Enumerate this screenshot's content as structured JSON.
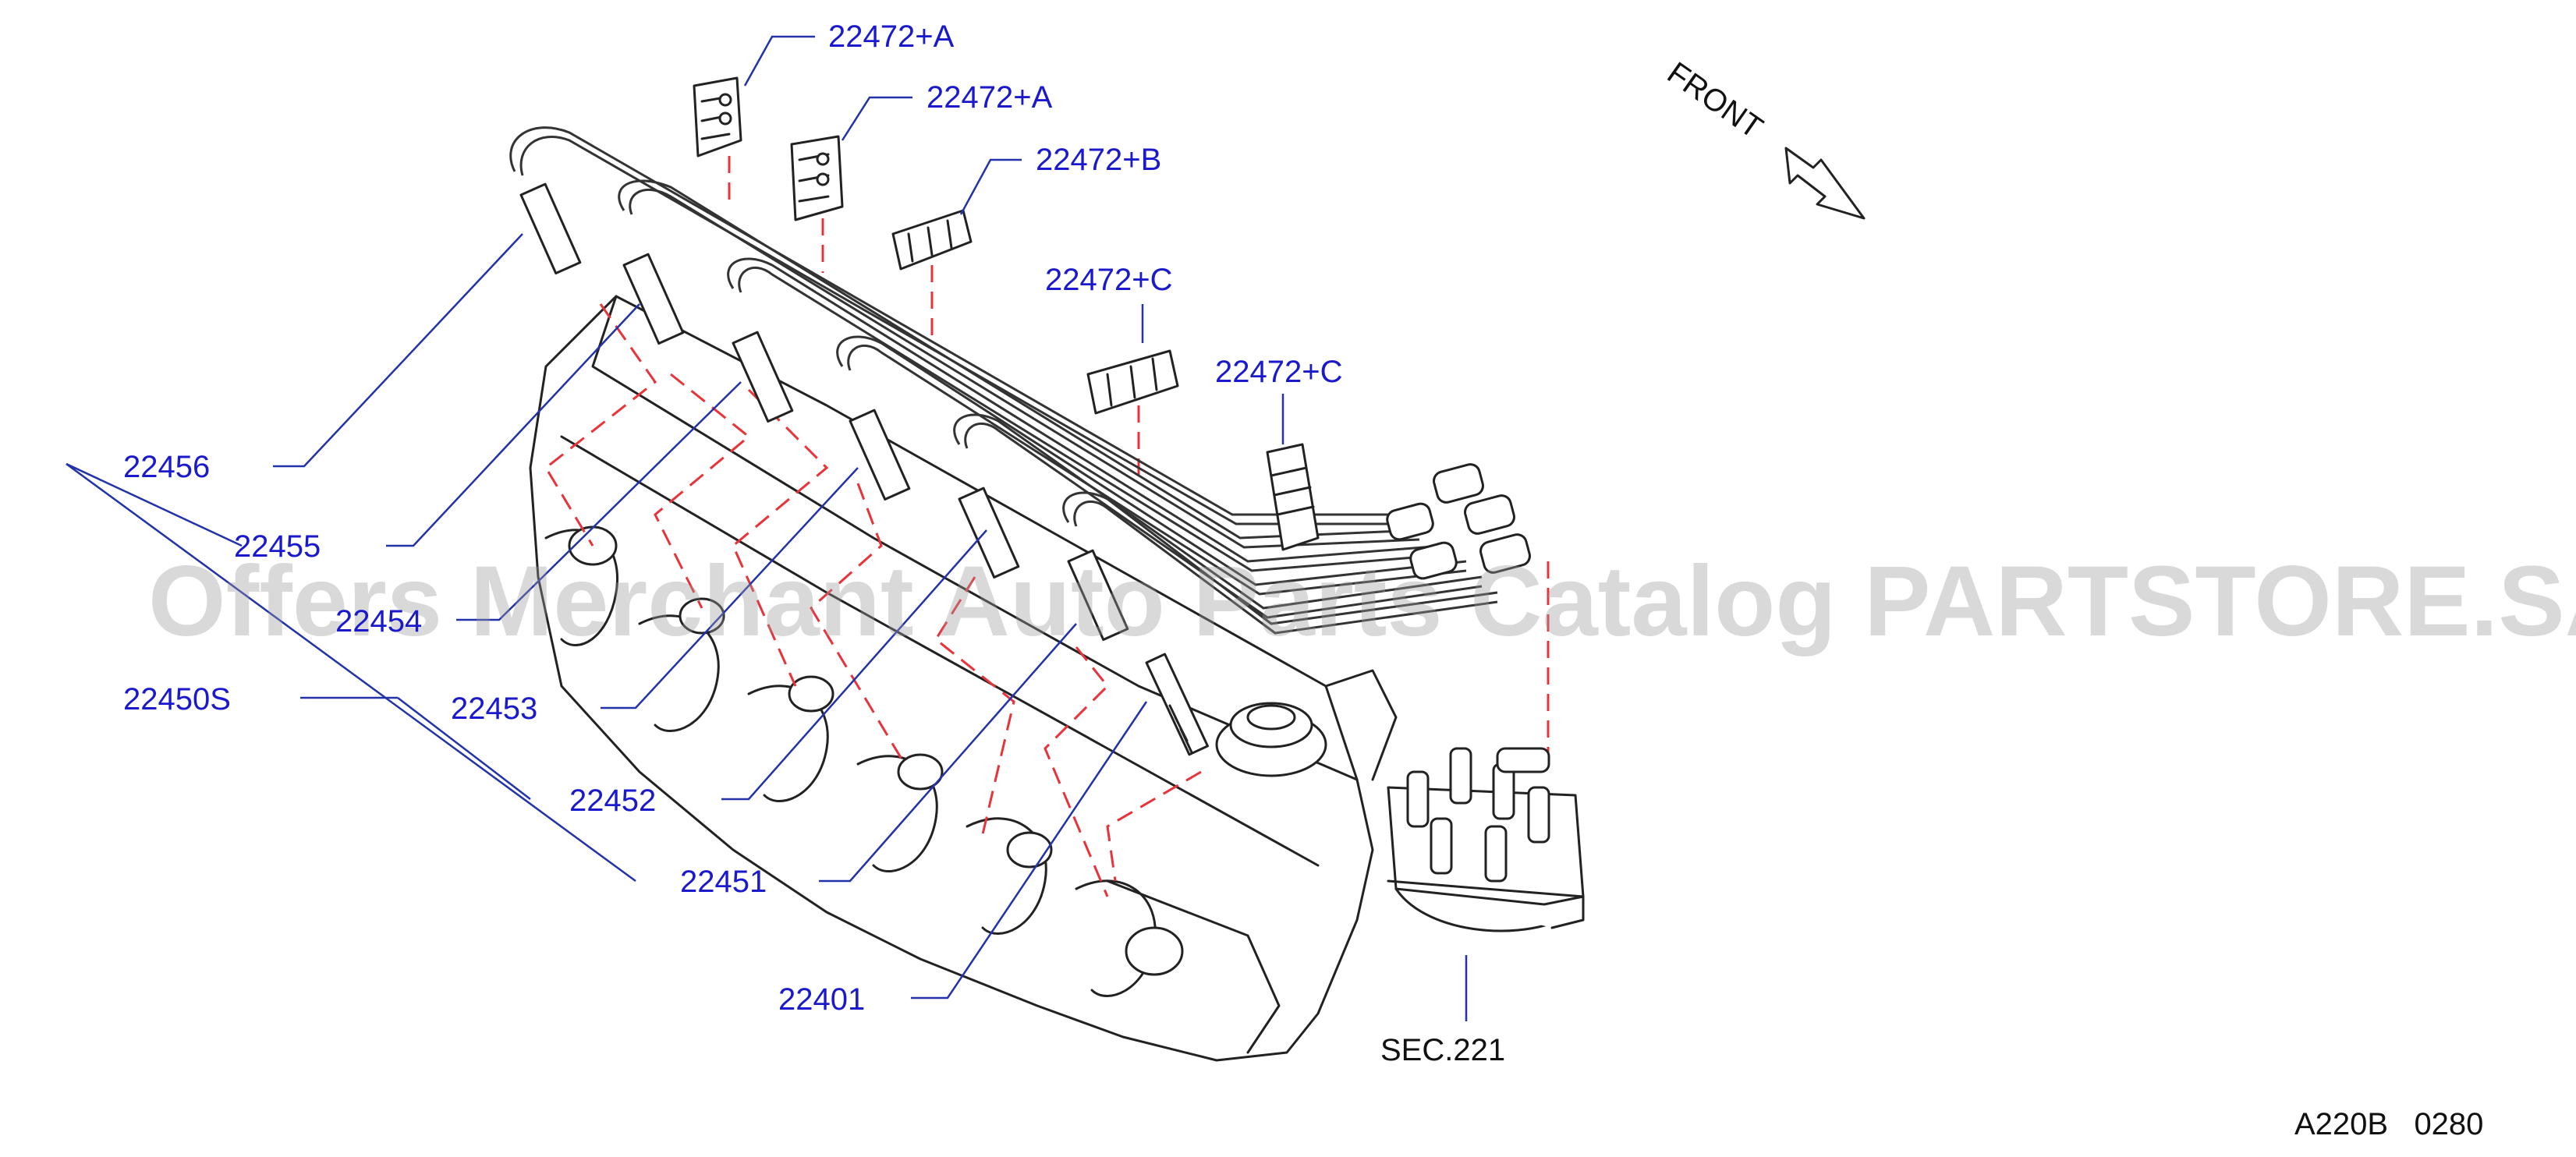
{
  "diagram": {
    "watermark": "Offers Merchant Auto Parts Catalog PARTSTORE.SA",
    "front_label": "FRONT",
    "figure_code": "A220B   0280",
    "sec_reference": "SEC.221",
    "parts": {
      "clip_a_top": "22472+A",
      "clip_a_second": "22472+A",
      "clip_b": "22472+B",
      "clip_c_upper": "22472+C",
      "clip_c_lower": "22472+C",
      "cable_22456": "22456",
      "cable_22455": "22455",
      "cable_22454": "22454",
      "set_22450s": "22450S",
      "cable_22453": "22453",
      "cable_22452": "22452",
      "cable_22451": "22451",
      "spark_plug_22401": "22401"
    },
    "colors": {
      "callout_text": "#1a1acc",
      "leader_line": "#2233aa",
      "hidden_line": "#e8333a",
      "drawing_ink": "#222222"
    }
  }
}
